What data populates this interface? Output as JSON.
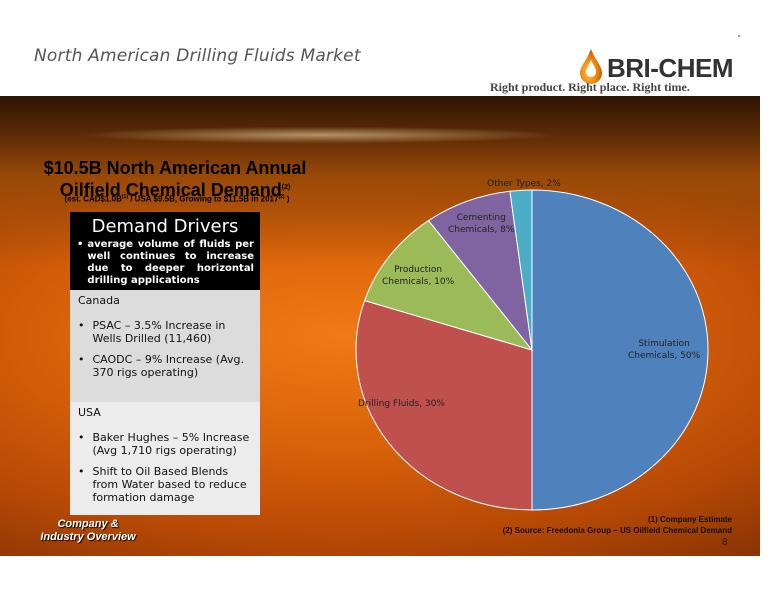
{
  "header": {
    "title": "North American Drilling Fluids Market",
    "brand": "BRI-CHEM",
    "tagline": "Right product. Right place. Right time."
  },
  "headline": {
    "line1": "$10.5B North American Annual",
    "line2": "Oilfield Chemical Demand",
    "line2_sup": "(2)",
    "sub_a": "(est. CAD$1.0B",
    "sub_a_sup": "(1)",
    "sub_b": " / USA $9.5B, Growing to $11.5B in 2017",
    "sub_b_sup": "(2)",
    "sub_c": " )"
  },
  "drivers": {
    "title": "Demand Drivers",
    "bullet": "average volume of fluids per well continues to increase due to deeper horizontal drilling applications"
  },
  "canada": {
    "heading": "Canada",
    "items": [
      "PSAC – 3.5% Increase in Wells Drilled (11,460)",
      "CAODC – 9% Increase (Avg. 370 rigs operating)"
    ]
  },
  "usa": {
    "heading": "USA",
    "items": [
      "Baker Hughes – 5% Increase (Avg 1,710 rigs operating)",
      "Shift to Oil Based Blends from Water based to reduce formation damage"
    ]
  },
  "chart_data": {
    "type": "pie",
    "slices": [
      {
        "label": "Stimulation Chemicals, 50%",
        "value": 50,
        "color": "#4f81bd"
      },
      {
        "label": "Drilling Fluids, 30%",
        "value": 30,
        "color": "#c0504d"
      },
      {
        "label": "Production Chemicals, 10%",
        "value": 10,
        "color": "#9bbb59"
      },
      {
        "label": "Cementing Chemicals, 8%",
        "value": 8,
        "color": "#8064a2"
      },
      {
        "label": "Other Types, 2%",
        "value": 2,
        "color": "#4bacc6"
      }
    ]
  },
  "pie_labels": {
    "stim_1": "Stimulation",
    "stim_2": "Chemicals, 50%",
    "drill": "Drilling Fluids, 30%",
    "prod_1": "Production",
    "prod_2": "Chemicals, 10%",
    "cem_1": "Cementing",
    "cem_2": "Chemicals, 8%",
    "other": "Other Types, 2%"
  },
  "footnotes": {
    "line1": "(1) Company Estimate",
    "line2": "(2) Source: Freedonia Group – US Oilfield Chemical Demand"
  },
  "page_number": "8",
  "section_tag": {
    "line1": "Company &",
    "line2": "Industry Overview"
  }
}
